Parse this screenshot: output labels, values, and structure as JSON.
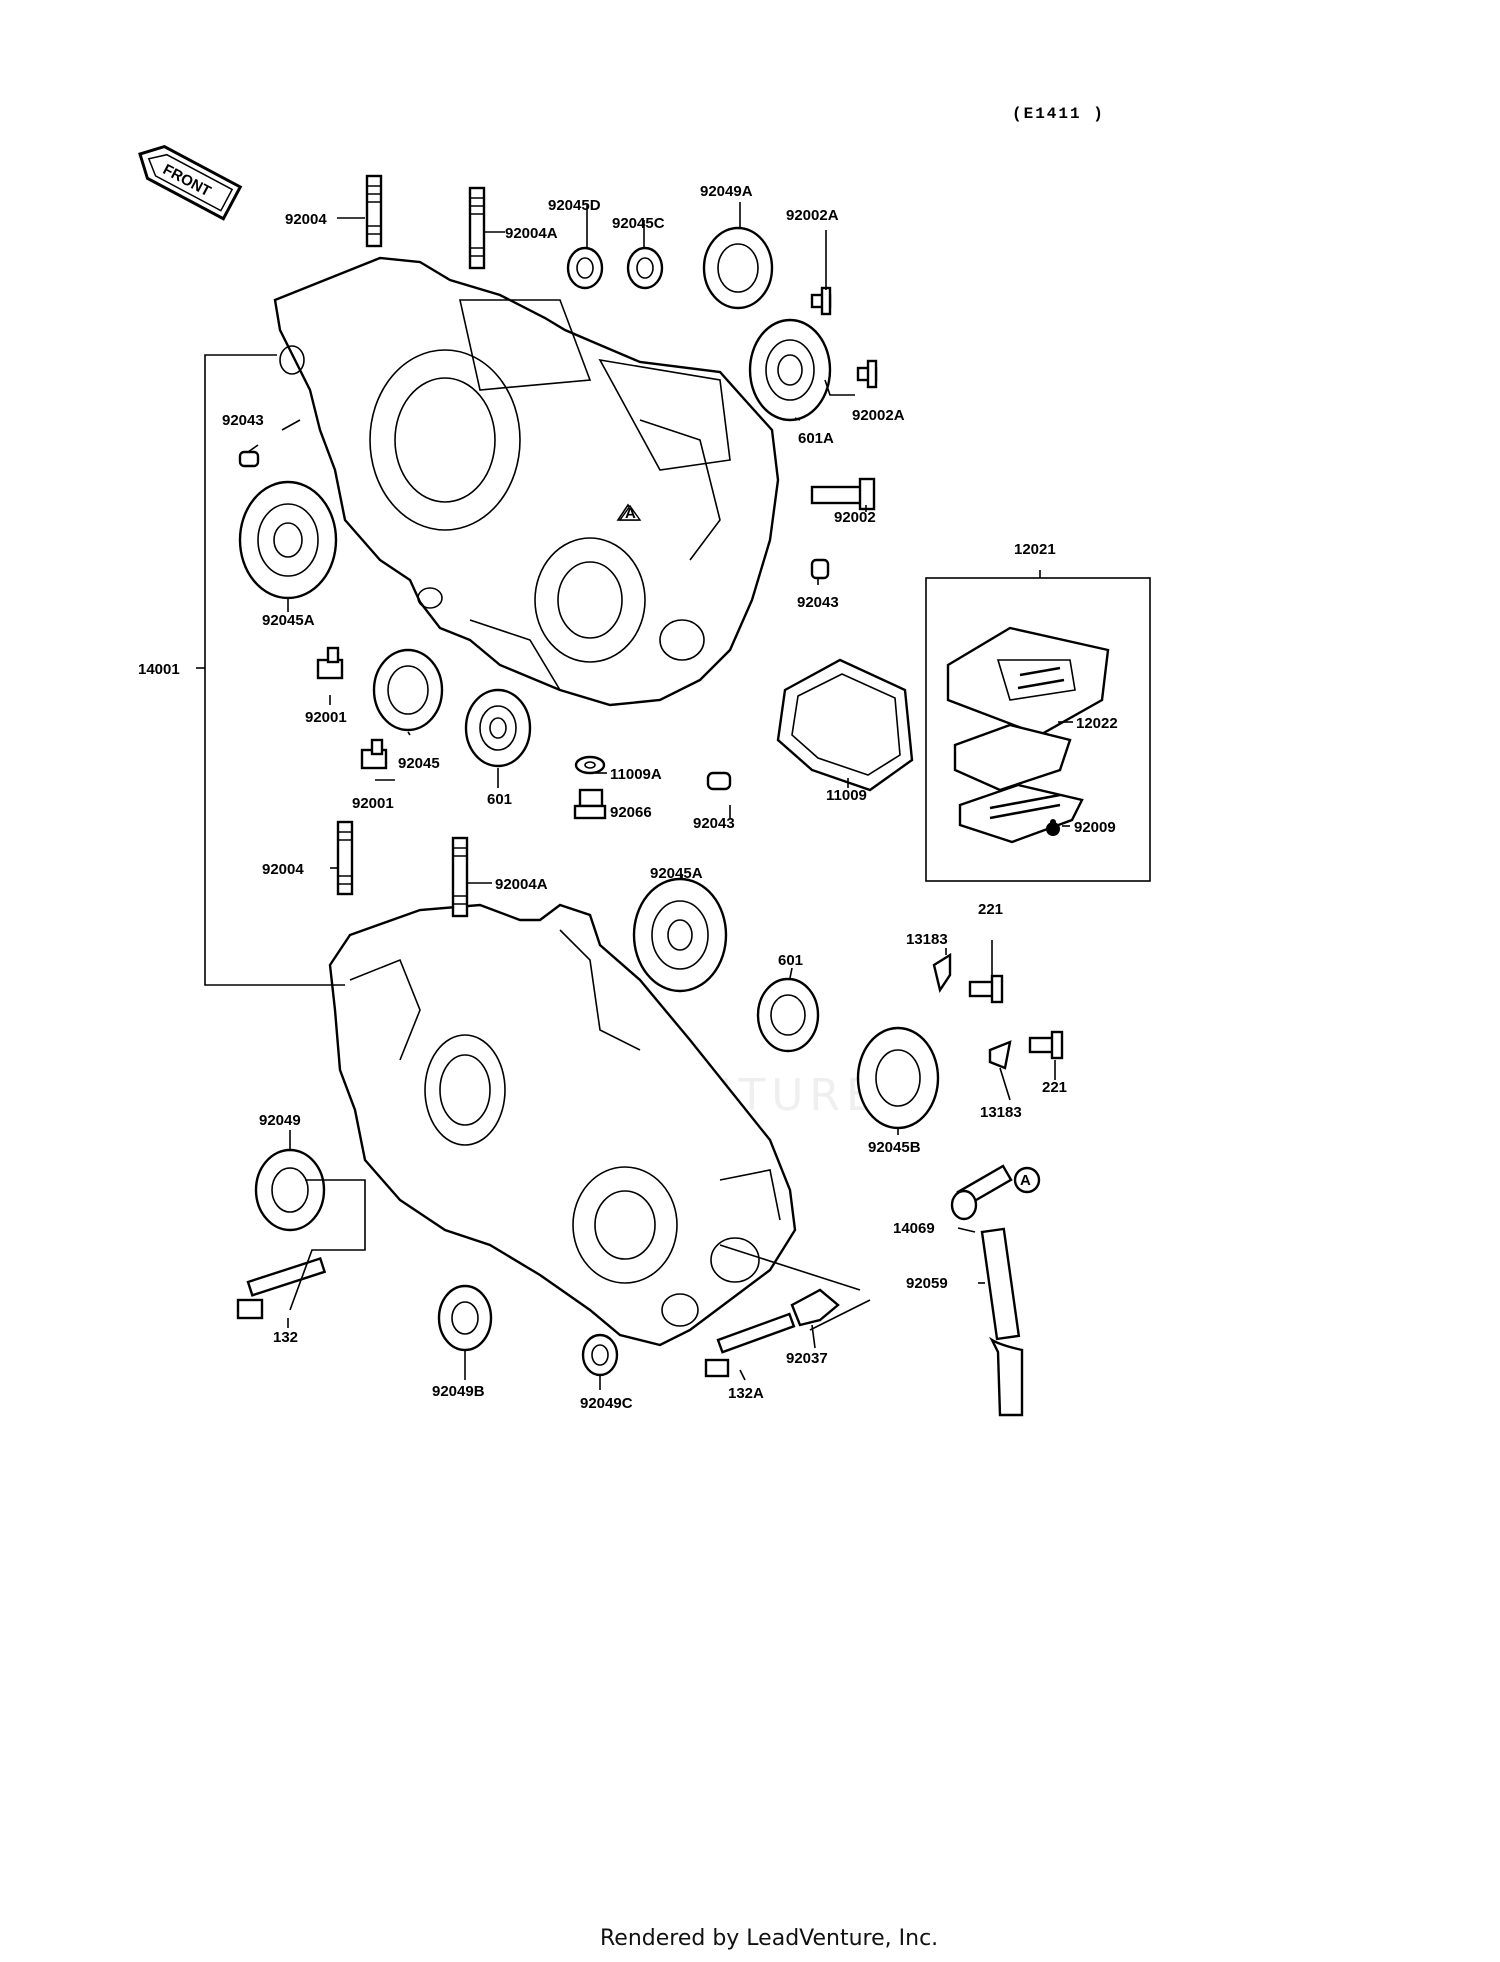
{
  "diagram": {
    "header_code": "(E1411 )",
    "front_label": "FRONT",
    "watermark": "LEADVENTURE",
    "footer": "Rendered by LeadVenture, Inc.",
    "callouts": [
      {
        "id": "c-92004-top",
        "text": "92004"
      },
      {
        "id": "c-92004A-top",
        "text": "92004A"
      },
      {
        "id": "c-92045D",
        "text": "92045D"
      },
      {
        "id": "c-92045C",
        "text": "92045C"
      },
      {
        "id": "c-92049A",
        "text": "92049A"
      },
      {
        "id": "c-92002A-1",
        "text": "92002A"
      },
      {
        "id": "c-92002A-2",
        "text": "92002A"
      },
      {
        "id": "c-601A",
        "text": "601A"
      },
      {
        "id": "c-92002",
        "text": "92002"
      },
      {
        "id": "c-92043-1",
        "text": "92043"
      },
      {
        "id": "c-92043-2",
        "text": "92043"
      },
      {
        "id": "c-92043-3",
        "text": "92043"
      },
      {
        "id": "c-92045A-top",
        "text": "92045A"
      },
      {
        "id": "c-14001",
        "text": "14001"
      },
      {
        "id": "c-92001-1",
        "text": "92001"
      },
      {
        "id": "c-92001-2",
        "text": "92001"
      },
      {
        "id": "c-92045",
        "text": "92045"
      },
      {
        "id": "c-601-top",
        "text": "601"
      },
      {
        "id": "c-11009A",
        "text": "11009A"
      },
      {
        "id": "c-92066",
        "text": "92066"
      },
      {
        "id": "c-11009",
        "text": "11009"
      },
      {
        "id": "c-12021",
        "text": "12021"
      },
      {
        "id": "c-12022",
        "text": "12022"
      },
      {
        "id": "c-92009",
        "text": "92009"
      },
      {
        "id": "c-92004-bot",
        "text": "92004"
      },
      {
        "id": "c-92004A-bot",
        "text": "92004A"
      },
      {
        "id": "c-92045A-bot",
        "text": "92045A"
      },
      {
        "id": "c-601-bot",
        "text": "601"
      },
      {
        "id": "c-221-1",
        "text": "221"
      },
      {
        "id": "c-13183-1",
        "text": "13183"
      },
      {
        "id": "c-221-2",
        "text": "221"
      },
      {
        "id": "c-13183-2",
        "text": "13183"
      },
      {
        "id": "c-92045B",
        "text": "92045B"
      },
      {
        "id": "c-92049",
        "text": "92049"
      },
      {
        "id": "c-14069",
        "text": "14069"
      },
      {
        "id": "c-92059",
        "text": "92059"
      },
      {
        "id": "c-A-top",
        "text": "A"
      },
      {
        "id": "c-A-bot",
        "text": "A"
      },
      {
        "id": "c-132",
        "text": "132"
      },
      {
        "id": "c-92049B",
        "text": "92049B"
      },
      {
        "id": "c-92049C",
        "text": "92049C"
      },
      {
        "id": "c-132A",
        "text": "132A"
      },
      {
        "id": "c-92037",
        "text": "92037"
      }
    ]
  }
}
